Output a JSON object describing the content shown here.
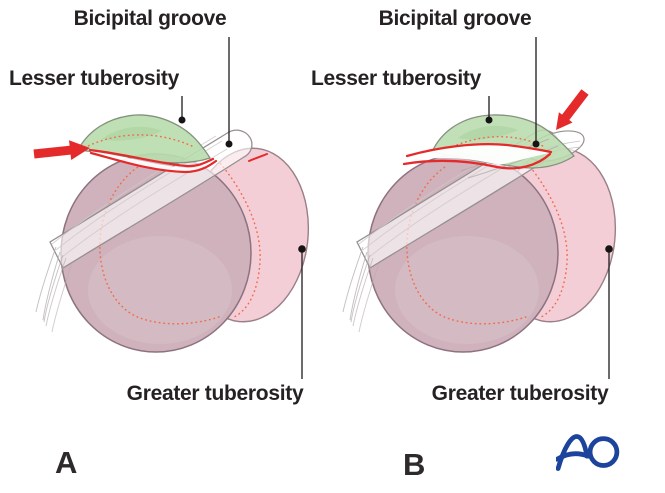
{
  "panels": [
    {
      "letter": "A",
      "labels": {
        "bicipital_groove": "Bicipital groove",
        "lesser_tuberosity": "Lesser tuberosity",
        "greater_tuberosity": "Greater tuberosity"
      },
      "arrow_icon": "red-arrow-pointing-right-at-osteotomy"
    },
    {
      "letter": "B",
      "labels": {
        "bicipital_groove": "Bicipital groove",
        "lesser_tuberosity": "Lesser tuberosity",
        "greater_tuberosity": "Greater tuberosity"
      },
      "arrow_icon": "red-arrow-pointing-down-left-at-groove"
    }
  ],
  "logo_text": "AO",
  "colors": {
    "arrow_red": "#e42a2b",
    "incision_red": "#e42a2b",
    "fracture_dotted_coral": "#f26a4a",
    "lesser_tuberosity_green": "#badcae",
    "humeral_head_mauve": "#cfb2bc",
    "greater_tuberosity_pink": "#f4ced6",
    "leader_line_black": "#2d2a2b",
    "logo_blue": "#1c449c"
  }
}
